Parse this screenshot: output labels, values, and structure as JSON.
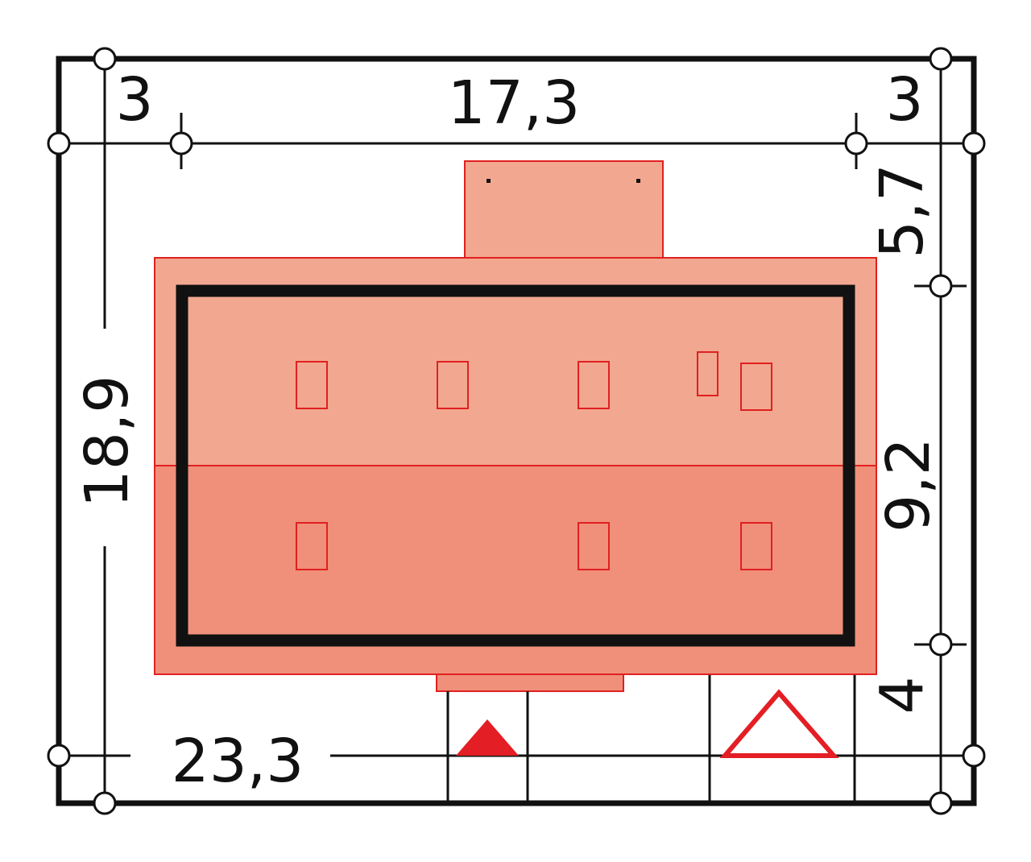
{
  "dimensions": {
    "top_left_setback": "3",
    "building_width": "17,3",
    "top_right_setback": "3",
    "top_depth": "5,7",
    "plot_depth": "18,9",
    "building_depth": "9,2",
    "bottom_depth": "4",
    "plot_width": "23,3"
  },
  "colors": {
    "roof_light": "#f2a890",
    "roof_dark": "#f0907a",
    "outline_red": "#e02020",
    "wall_black": "#111111",
    "entrance_red": "#e31e24"
  },
  "icons": {
    "entrance_marker": "filled-triangle-icon",
    "driveway_marker": "outline-triangle-icon"
  }
}
